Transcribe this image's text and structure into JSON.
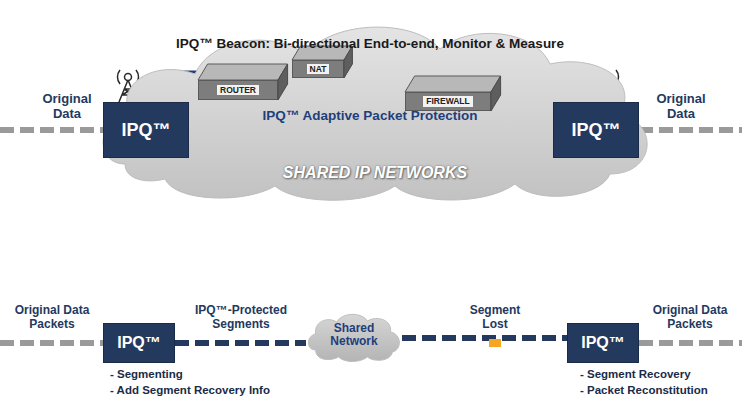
{
  "diagram": {
    "nodes": [
      {
        "text": [
          "SHARED IP NETWORKS"
        ]
      },
      {
        "text": [
          "ROUTER"
        ],
        "in": 0
      },
      {
        "text": [
          "NAT"
        ],
        "in": 0
      },
      {
        "text": [
          "FIREWALL"
        ],
        "in": 0
      },
      {
        "text": [
          "IPQ™"
        ]
      },
      {
        "text": [
          "IPQ™"
        ]
      },
      {
        "text": [
          "IPQ™"
        ]
      },
      {
        "text": [
          "Shared Network"
        ]
      },
      {
        "text": [
          "IPQ™"
        ]
      }
    ],
    "edges": [
      {
        "from": 4,
        "to": 5,
        "label": "IPQ™ Beacon: Bi-directional End-to-end, Monitor & Measure",
        "arrow": "both"
      },
      {
        "from": 4,
        "to": 5,
        "label": "IPQ™ Adaptive Packet Protection",
        "arrow": "none"
      },
      {
        "from": 6,
        "to": 7,
        "arrow": "none"
      },
      {
        "from": 7,
        "to": 8,
        "arrow": "none"
      }
    ],
    "labels": [
      "Original Data",
      "Original Data",
      "Original Data Packets",
      "IPQ™-Protected Segments",
      "Segment Lost",
      "Original Data Packets",
      "- Segmenting",
      "- Add Segment Recovery Info",
      "- Segment Recovery",
      "- Packet Reconstitution"
    ]
  }
}
